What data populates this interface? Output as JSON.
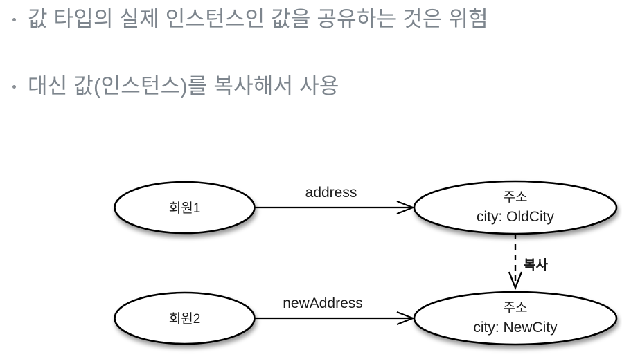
{
  "slide": {
    "bullets": [
      {
        "marker": "bullet-dot",
        "text": "값 타입의 실제 인스턴스인 값을 공유하는 것은 위험"
      },
      {
        "marker": "bullet-dot",
        "text": "대신 값(인스턴스)를 복사해서 사용"
      }
    ]
  },
  "diagram": {
    "type": "entity-relationship",
    "nodes": [
      {
        "id": "member1",
        "label": "회원1",
        "sublabel": ""
      },
      {
        "id": "address_old",
        "label": "주소",
        "sublabel": "city: OldCity"
      },
      {
        "id": "member2",
        "label": "회원2",
        "sublabel": ""
      },
      {
        "id": "address_new",
        "label": "주소",
        "sublabel": "city: NewCity"
      }
    ],
    "edges": [
      {
        "id": "edge-address",
        "from": "member1",
        "to": "address_old",
        "label": "address",
        "style": "solid"
      },
      {
        "id": "edge-new-address",
        "from": "member2",
        "to": "address_new",
        "label": "newAddress",
        "style": "solid"
      },
      {
        "id": "edge-copy",
        "from": "address_old",
        "to": "address_new",
        "label": "복사",
        "style": "dashed"
      }
    ]
  },
  "colors": {
    "background": "#ffffff",
    "bullet_text": "#7d858d",
    "bullet_marker": "#8b9096",
    "node_stroke": "#000000",
    "node_fill": "#ffffff",
    "edge_stroke": "#000000",
    "diagram_text": "#1a1a1a"
  }
}
